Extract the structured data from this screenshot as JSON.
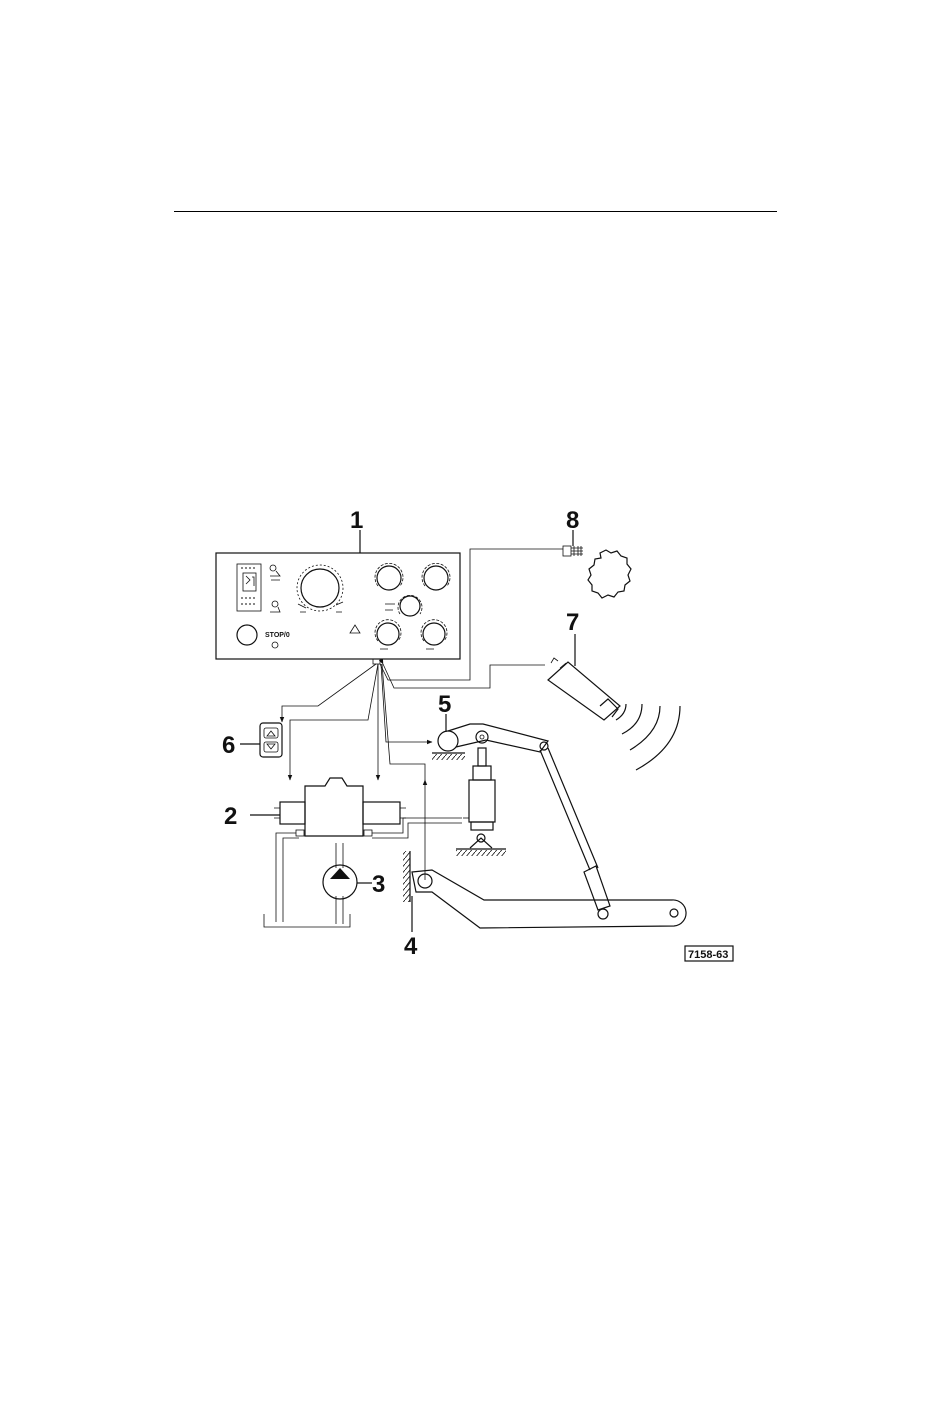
{
  "callouts": [
    "1",
    "2",
    "3",
    "4",
    "5",
    "6",
    "7",
    "8"
  ],
  "panel_text": {
    "stop_label": "STOP/0"
  },
  "figure_id": "7158-63"
}
